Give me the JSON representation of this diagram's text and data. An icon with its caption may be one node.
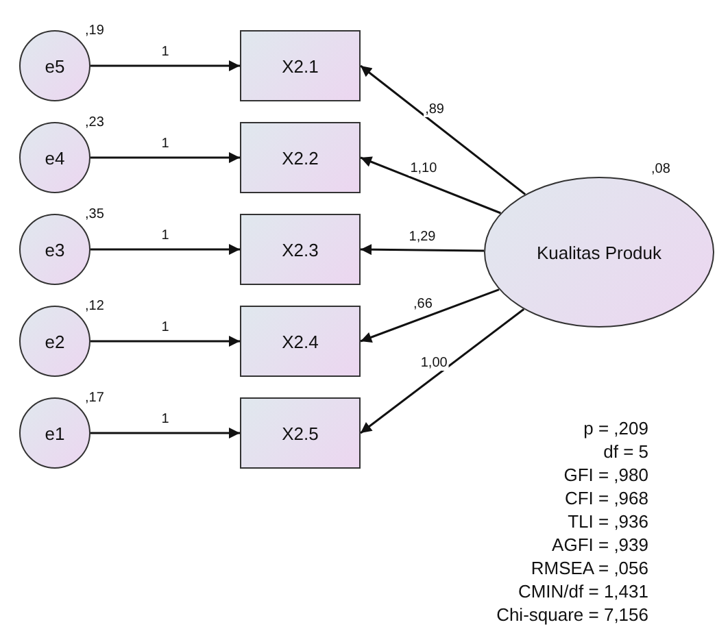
{
  "diagram": {
    "nodes": [
      {
        "text": [
          "e5"
        ],
        "beside": [
          ",19"
        ]
      },
      {
        "text": [
          "e4"
        ],
        "beside": [
          ",23"
        ]
      },
      {
        "text": [
          "e3"
        ],
        "beside": [
          ",35"
        ]
      },
      {
        "text": [
          "e2"
        ],
        "beside": [
          ",12"
        ]
      },
      {
        "text": [
          "e1"
        ],
        "beside": [
          ",17"
        ]
      },
      {
        "text": [
          "X2.1"
        ]
      },
      {
        "text": [
          "X2.2"
        ]
      },
      {
        "text": [
          "X2.3"
        ]
      },
      {
        "text": [
          "X2.4"
        ]
      },
      {
        "text": [
          "X2.5"
        ]
      },
      {
        "text": [
          "Kualitas Produk"
        ],
        "beside": [
          ",08"
        ]
      }
    ],
    "edges": [
      {
        "from": 0,
        "to": 5,
        "arrow": "to",
        "label": "1"
      },
      {
        "from": 1,
        "to": 6,
        "arrow": "to",
        "label": "1"
      },
      {
        "from": 2,
        "to": 7,
        "arrow": "to",
        "label": "1"
      },
      {
        "from": 3,
        "to": 8,
        "arrow": "to",
        "label": "1"
      },
      {
        "from": 4,
        "to": 9,
        "arrow": "to",
        "label": "1"
      },
      {
        "from": 10,
        "to": 5,
        "arrow": "to",
        "label": ",89"
      },
      {
        "from": 10,
        "to": 6,
        "arrow": "to",
        "label": "1,10"
      },
      {
        "from": 10,
        "to": 7,
        "arrow": "to",
        "label": "1,29"
      },
      {
        "from": 10,
        "to": 8,
        "arrow": "to",
        "label": ",66"
      },
      {
        "from": 10,
        "to": 9,
        "arrow": "to",
        "label": "1,00"
      }
    ],
    "labels": [
      "p = ,209",
      "df = 5",
      "GFI = ,980",
      "CFI = ,968",
      "TLI = ,936",
      "AGFI = ,939",
      "RMSEA = ,056",
      "CMIN/df = 1,431",
      "Chi-square = 7,156"
    ]
  }
}
